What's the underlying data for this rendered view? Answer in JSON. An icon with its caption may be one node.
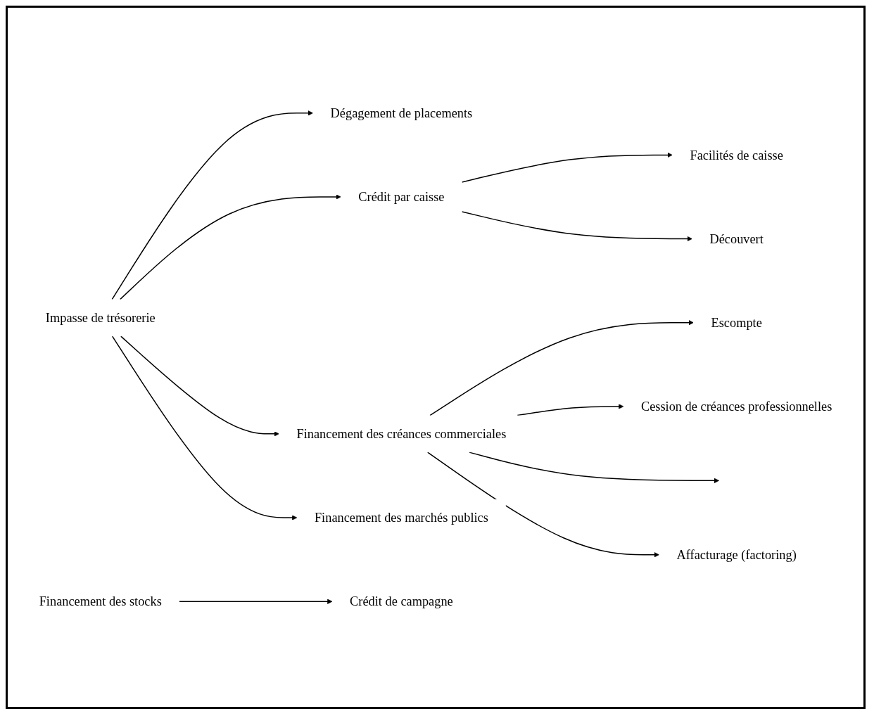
{
  "diagram": {
    "nodes": [
      {
        "text": [
          "Impasse de trésorerie"
        ]
      },
      {
        "text": [
          "Dégagement de placements"
        ]
      },
      {
        "text": [
          "Crédit par caisse"
        ]
      },
      {
        "text": [
          "Facilités de caisse"
        ]
      },
      {
        "text": [
          "Découvert"
        ]
      },
      {
        "text": [
          "Financement des créances commerciales"
        ]
      },
      {
        "text": [
          "Escompte"
        ]
      },
      {
        "text": [
          "Cession de créances professionnelles"
        ]
      },
      {
        "text": [
          "Affacturage (factoring)"
        ]
      },
      {
        "text": [
          "Financement des marchés publics"
        ]
      },
      {
        "text": [
          "Financement des stocks"
        ]
      },
      {
        "text": [
          "Crédit de campagne"
        ]
      }
    ],
    "edges": [
      {
        "from": 0,
        "to": 1,
        "arrow": "to"
      },
      {
        "from": 0,
        "to": 2,
        "arrow": "to"
      },
      {
        "from": 0,
        "to": 5,
        "arrow": "to"
      },
      {
        "from": 0,
        "to": 9,
        "arrow": "to"
      },
      {
        "from": 2,
        "to": 3,
        "arrow": "to"
      },
      {
        "from": 2,
        "to": 4,
        "arrow": "to"
      },
      {
        "from": 5,
        "to": 6,
        "arrow": "to"
      },
      {
        "from": 5,
        "to": 7,
        "arrow": "to"
      },
      {
        "from": 5,
        "to": null,
        "arrow": "to"
      },
      {
        "from": 5,
        "to": 8,
        "arrow": "to"
      },
      {
        "from": 10,
        "to": 11,
        "arrow": "to"
      }
    ]
  }
}
